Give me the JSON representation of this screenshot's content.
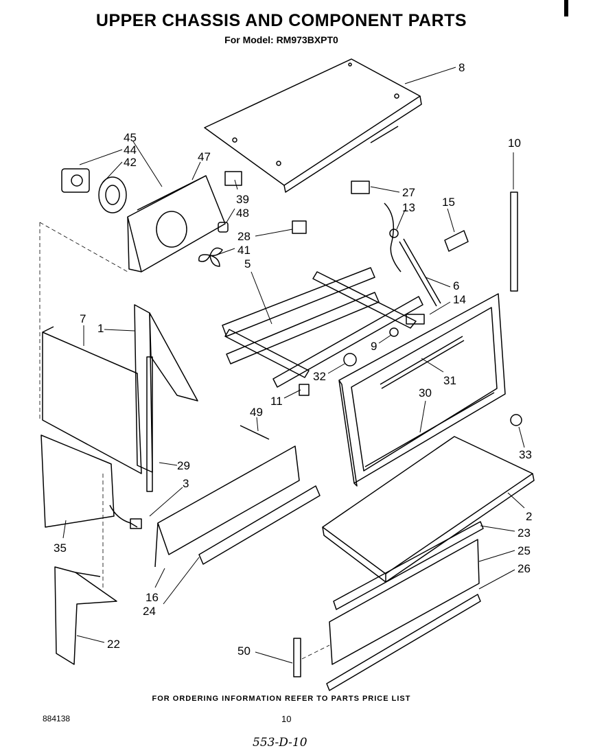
{
  "header": {
    "title": "UPPER CHASSIS AND COMPONENT PARTS",
    "subtitle": "For Model: RM973BXPT0"
  },
  "callouts": [
    "8",
    "10",
    "45",
    "44",
    "42",
    "47",
    "39",
    "48",
    "28",
    "41",
    "27",
    "13",
    "15",
    "5",
    "6",
    "14",
    "7",
    "1",
    "9",
    "32",
    "31",
    "30",
    "11",
    "49",
    "29",
    "3",
    "33",
    "2",
    "23",
    "25",
    "26",
    "35",
    "16",
    "24",
    "22",
    "50"
  ],
  "footer": {
    "ordering_note": "FOR ORDERING INFORMATION REFER TO PARTS PRICE LIST",
    "doc_number": "884138",
    "page_number": "10",
    "handwritten": "553-D-10"
  }
}
